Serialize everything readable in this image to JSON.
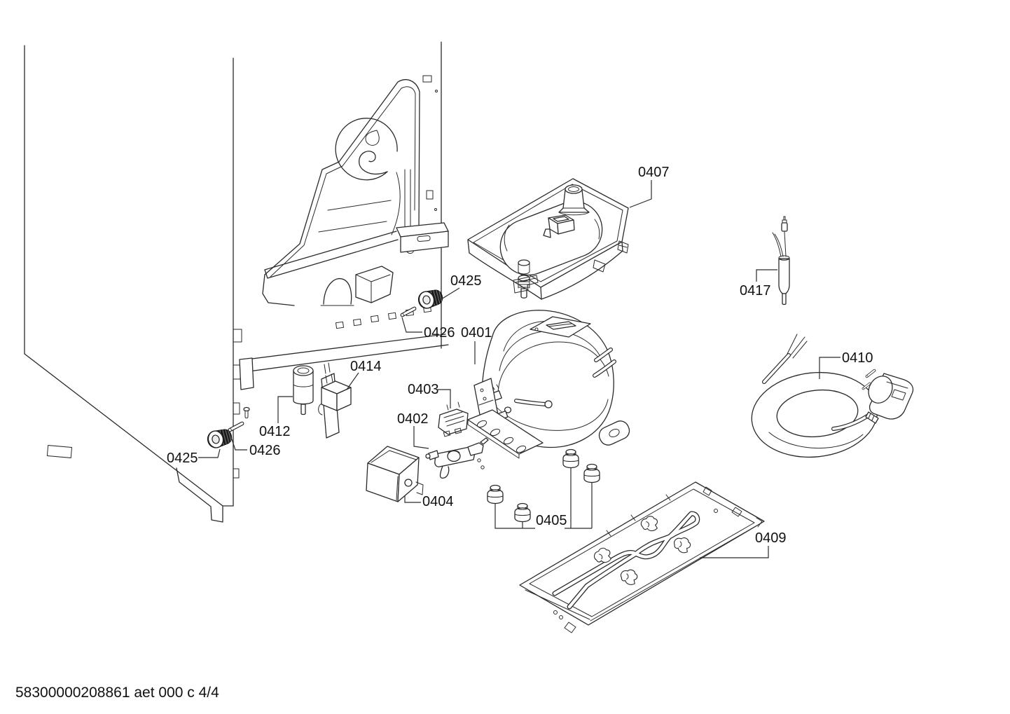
{
  "page": {
    "background": "#ffffff",
    "line_color": "#2a2a2a",
    "footer": "58300000208861 aet 000 c 4/4"
  },
  "callouts": {
    "c0407": {
      "label": "0407"
    },
    "c0425_top": {
      "label": "0425"
    },
    "c0426_top": {
      "label": "0426"
    },
    "c0401": {
      "label": "0401"
    },
    "c0403": {
      "label": "0403"
    },
    "c0402": {
      "label": "0402"
    },
    "c0414": {
      "label": "0414"
    },
    "c0412": {
      "label": "0412"
    },
    "c0425_left": {
      "label": "0425"
    },
    "c0426_left": {
      "label": "0426"
    },
    "c0404": {
      "label": "0404"
    },
    "c0405": {
      "label": "0405"
    },
    "c0409": {
      "label": "0409"
    },
    "c0410": {
      "label": "0410"
    },
    "c0417": {
      "label": "0417"
    }
  }
}
